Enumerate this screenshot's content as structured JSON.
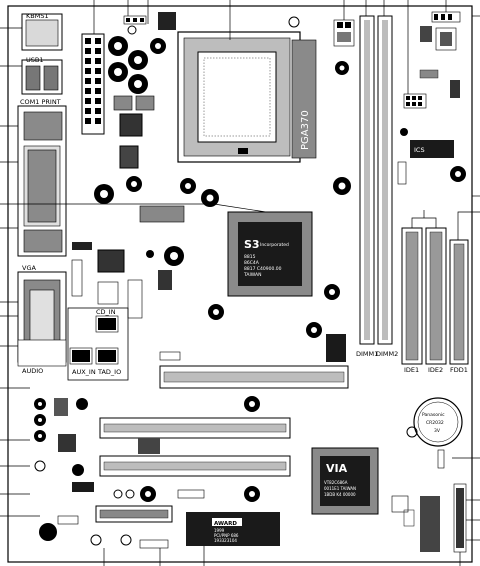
{
  "labels": {
    "kbms": "KBMS1",
    "usb1": "USB1",
    "com1print": "COM1 PRINT",
    "vga": "VGA",
    "audio": "AUDIO",
    "pga": "PGA370",
    "dimm1": "DIMM1",
    "dimm2": "DIMM2",
    "ide1": "IDE1",
    "ide2": "IDE2",
    "fdd1": "FDD1",
    "cd_in": "CD_IN",
    "aux_in": "AUX_IN",
    "tad": "TAD_IO",
    "awards": "AWARD",
    "battery_brand": "Panasonic",
    "battery_model": "CR2032",
    "battery_volt": "3V"
  },
  "s3_chip": {
    "brand": "S3",
    "brand_suffix": "Incorporated",
    "lines": [
      "8815",
      "86C4A",
      "8817 C40900.00",
      "TAIWAN"
    ]
  },
  "via_chip": {
    "brand": "VIA",
    "lines": [
      "VT82C686A",
      "0011E1 TAIWAN",
      "1BDB K4 00000"
    ]
  },
  "awards_chip": {
    "lines": [
      "1999",
      "PCI/PNP 686",
      "193323104"
    ]
  },
  "colors": {
    "board": "#ffffff",
    "ink": "#000000",
    "pcb_gray": "#8a8a8a",
    "chip_dark": "#1a1a1a",
    "slot_gray": "#bdbdbd"
  }
}
